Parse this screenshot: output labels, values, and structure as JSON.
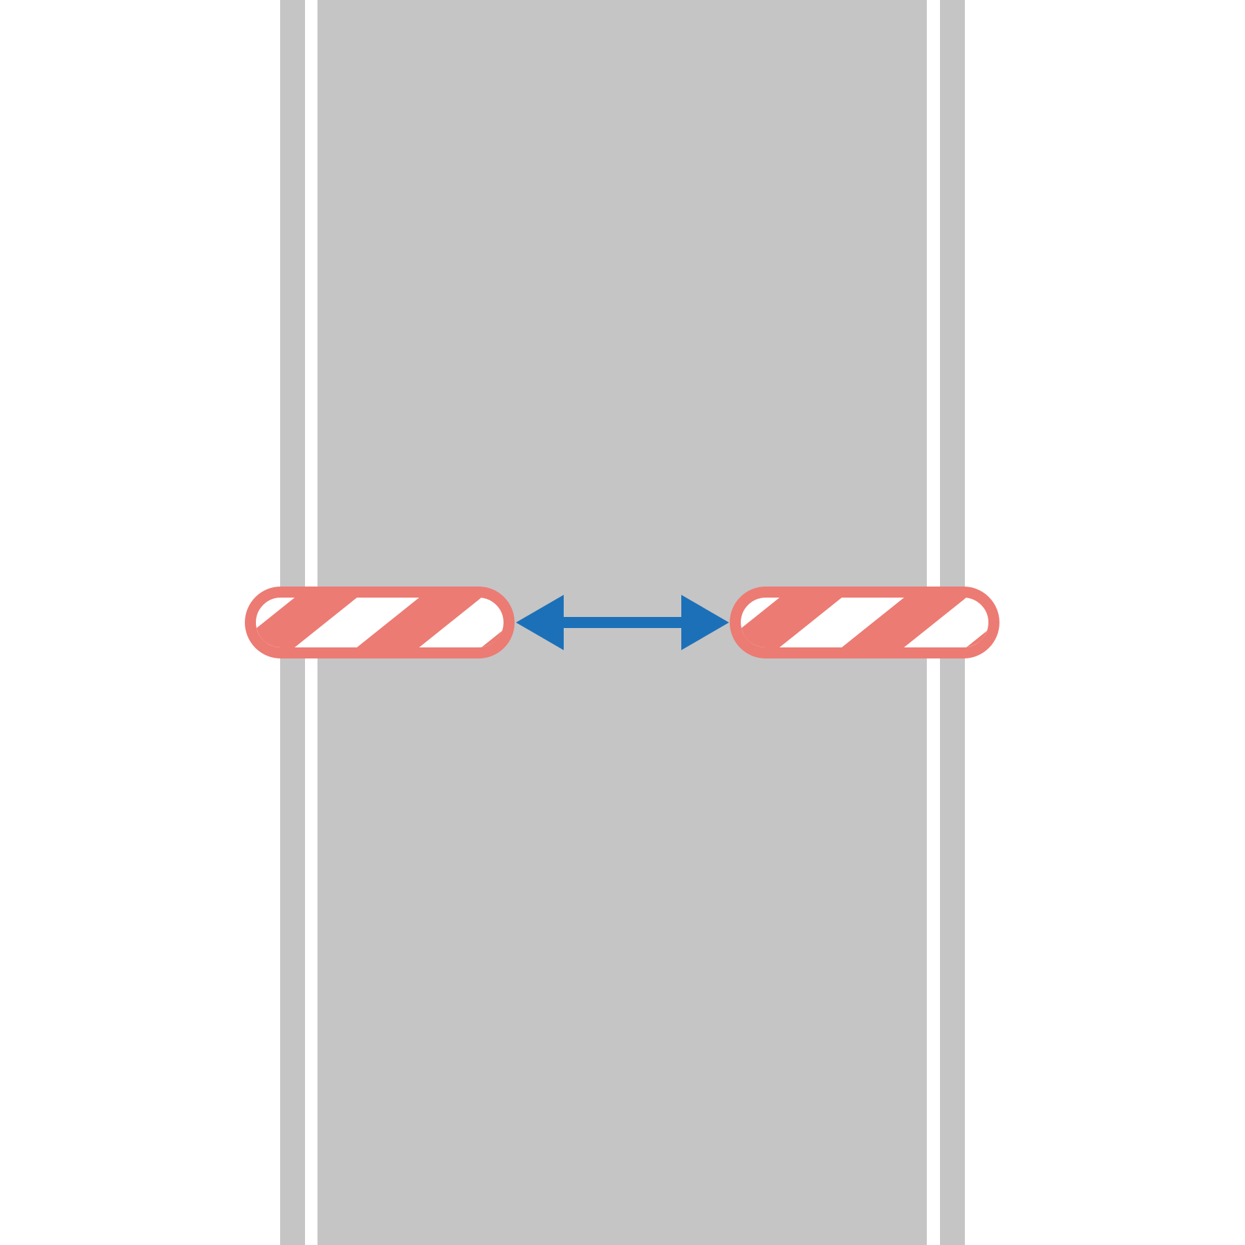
{
  "diagram": {
    "colors": {
      "background": "#ffffff",
      "road": "#c5c5c5",
      "road_line": "#ffffff",
      "barrier_red": "#ec7b73",
      "barrier_white": "#ffffff",
      "arrow": "#1c70b8"
    },
    "elements": {
      "road": "road-surface",
      "left_barrier": "barrier-left",
      "right_barrier": "barrier-right",
      "arrow": "double-headed-arrow-icon"
    }
  }
}
